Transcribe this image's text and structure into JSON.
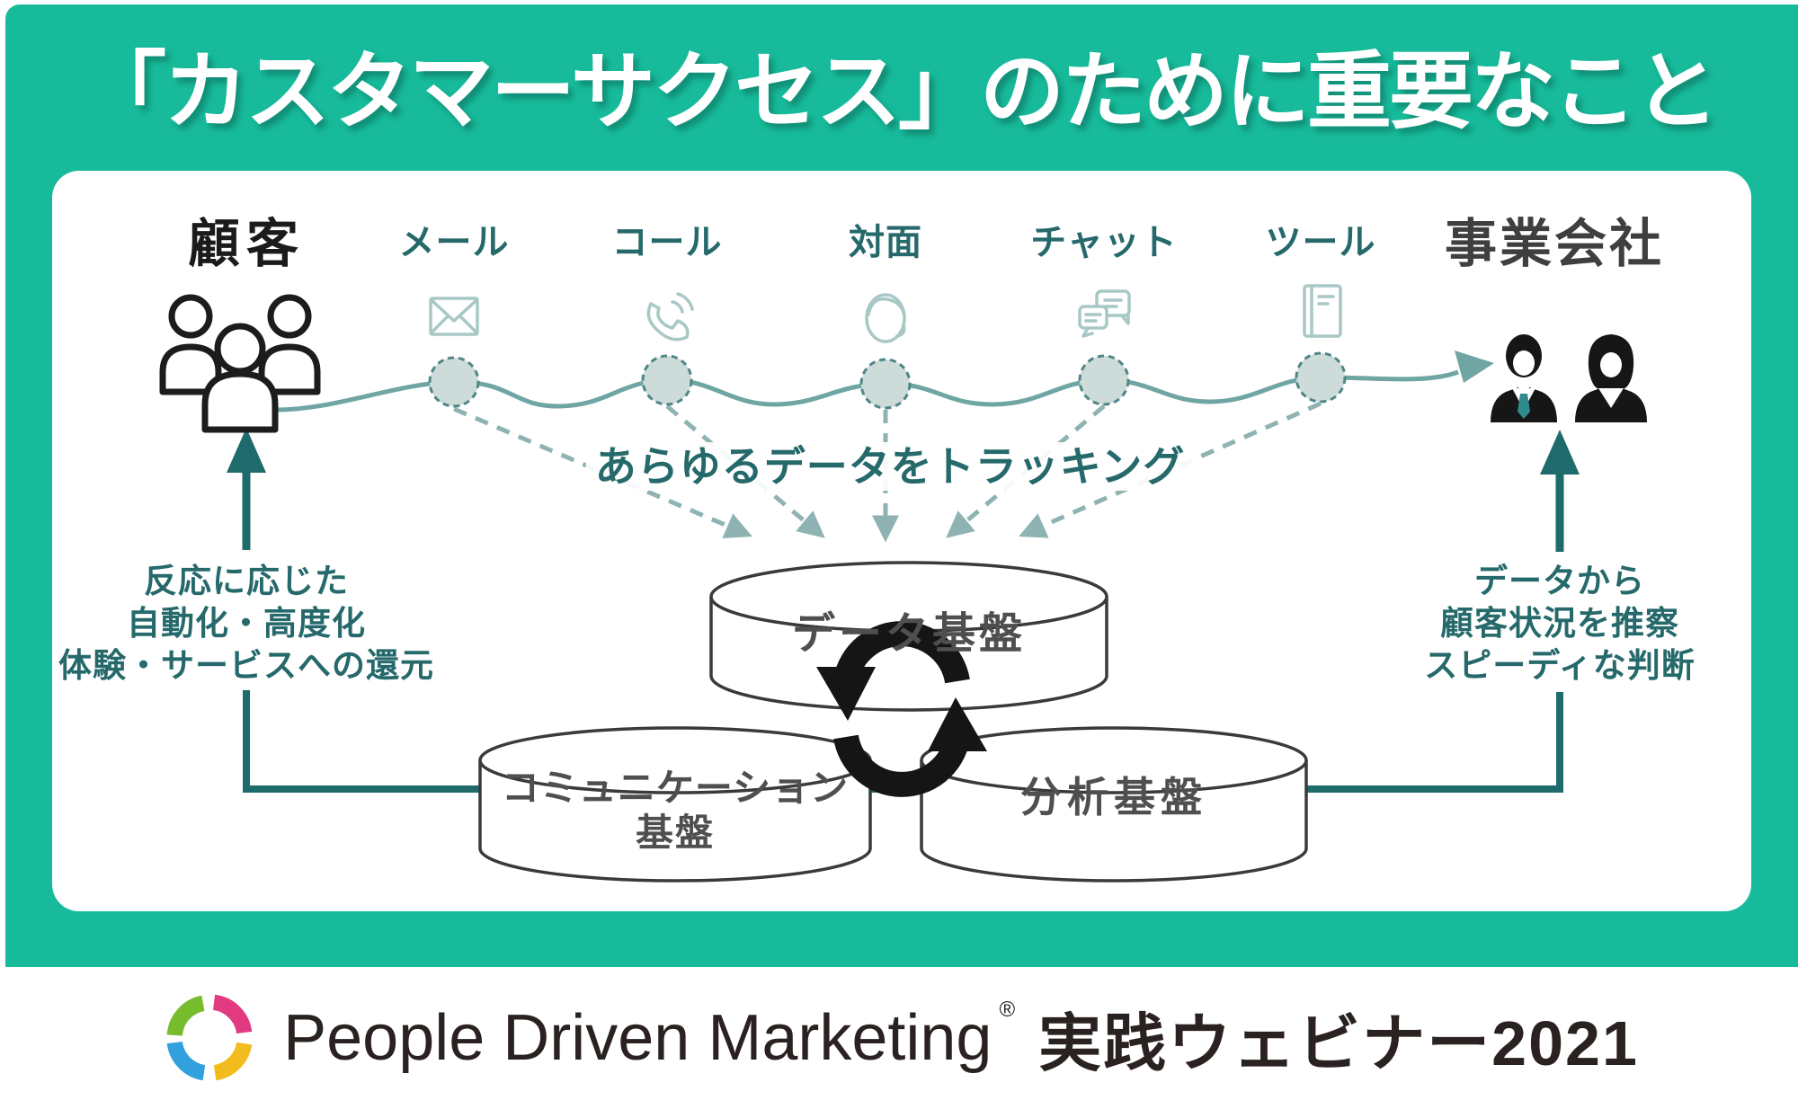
{
  "header": {
    "title": "「カスタマーサクセス」のために重要なこと"
  },
  "diagram": {
    "customer": {
      "label": "顧客",
      "icon": "customer-group-icon"
    },
    "company": {
      "label": "事業会社",
      "icon": "business-people-icon"
    },
    "channels": [
      {
        "label": "メール",
        "icon": "mail-icon"
      },
      {
        "label": "コール",
        "icon": "call-icon"
      },
      {
        "label": "対面",
        "icon": "face-icon"
      },
      {
        "label": "チャット",
        "icon": "chat-icon"
      },
      {
        "label": "ツール",
        "icon": "tool-icon"
      }
    ],
    "tracking_note": "あらゆるデータをトラッキング",
    "platforms": {
      "data": "データ基盤",
      "communication_line1": "コミュニケーション",
      "communication_line2": "基盤",
      "analysis": "分析基盤",
      "cycle_icon": "refresh-cycle-icon"
    },
    "left_note": {
      "lines": [
        "反応に応じた",
        "自動化・高度化",
        "体験・サービスへの還元"
      ]
    },
    "right_note": {
      "lines": [
        "データから",
        "顧客状況を推察",
        "スピーディな判断"
      ]
    }
  },
  "footer": {
    "brand": "People Driven Marketing",
    "registered": "®",
    "event": "実践ウェビナー2021",
    "logo": "pdm-ring-logo"
  },
  "colors": {
    "teal_background": "#17BB9B",
    "dark_teal_line": "#1F6A6B",
    "teal_text": "#26696B",
    "wave_line": "#6FA5A3",
    "dashed_arrow": "#8FB3B2",
    "light_teal_icon": "#A8C8C6",
    "touchpoint_fill": "#CEDCD9",
    "cylinder_stroke": "#3a3a3a",
    "label_gray": "#4f4f4f",
    "ink": "#1b1b1b",
    "logo_green": "#76BC2D",
    "logo_pink": "#E23A80",
    "logo_yellow": "#F2BC1E",
    "logo_blue": "#33A0DE",
    "tie_teal": "#2F8B8C"
  }
}
